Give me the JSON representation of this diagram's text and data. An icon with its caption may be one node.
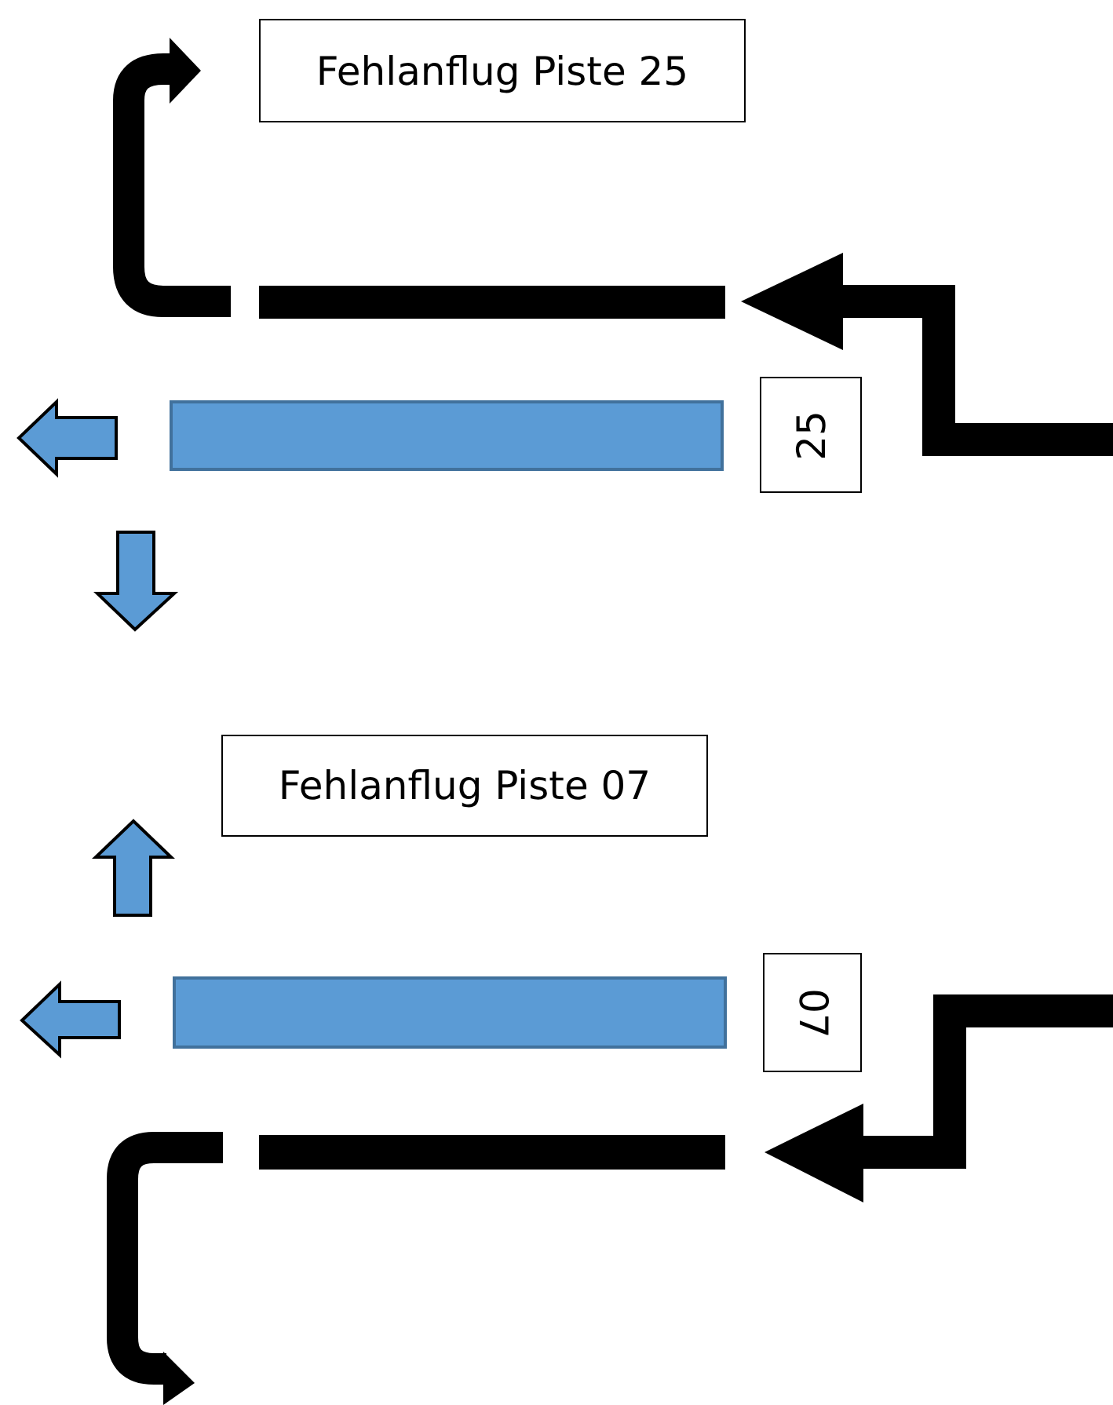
{
  "diagram": {
    "nodes": [
      {
        "text": [
          "Fehlanflug Piste 25"
        ]
      },
      {
        "text": [],
        "shape": "bar"
      },
      {
        "text": [
          "25"
        ]
      },
      {
        "text": [],
        "shape": "bar"
      },
      {
        "text": [
          "Fehlanflug Piste 07"
        ]
      },
      {
        "text": [
          "07"
        ]
      },
      {
        "text": [],
        "shape": "bar"
      },
      {
        "text": [],
        "shape": "bar"
      }
    ]
  }
}
